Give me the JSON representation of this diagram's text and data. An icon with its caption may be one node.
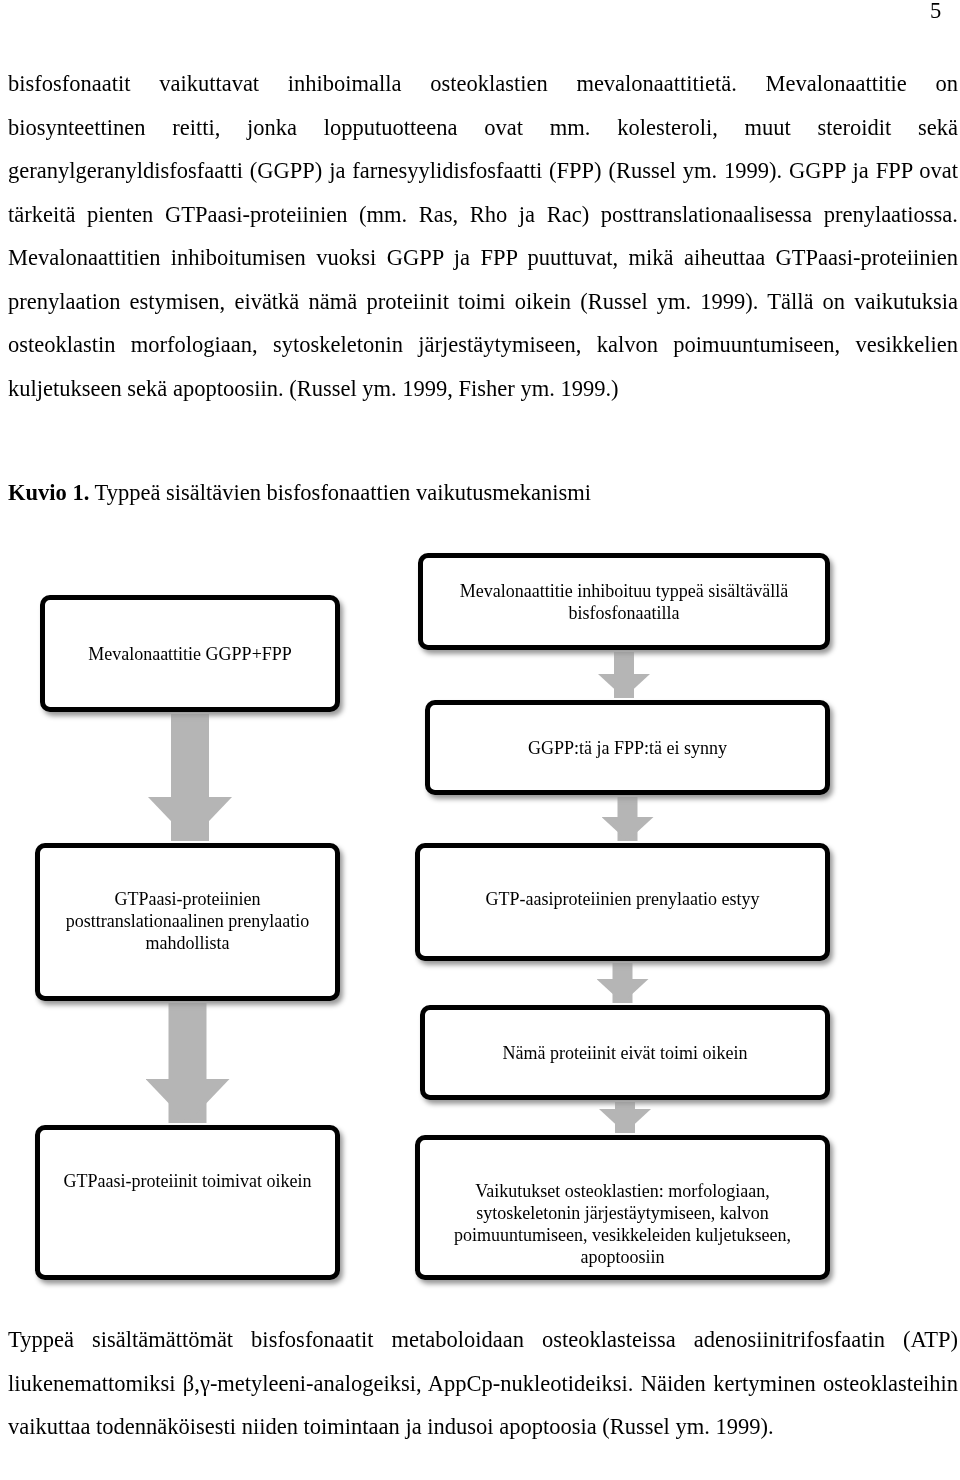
{
  "diagram": {
    "caption": "**Kuvio 1.** Typpeä sisältävien bisfosfonaattien vaikutusmekanismi",
    "nodes": [
      {
        "text": [
          "Mevalonaattitie GGPP+FPP"
        ]
      },
      {
        "text": [
          "Mevalonaattitie inhiboituu typpeä sisältävällä bisfosfonaatilla"
        ]
      },
      {
        "text": [
          "GGPP:tä ja FPP:tä ei synny"
        ]
      },
      {
        "text": [
          "GTPaasi-proteiinien posttranslationaalinen prenylaatio mahdollista"
        ]
      },
      {
        "text": [
          "GTP-aasiproteiinien prenylaatio estyy"
        ]
      },
      {
        "text": [
          "Nämä proteiinit eivät toimi oikein"
        ]
      },
      {
        "text": [
          "GTPaasi-proteiinit toimivat oikein"
        ]
      },
      {
        "text": [
          "Vaikutukset osteoklastien: morfologiaan, sytoskeletonin järjestäytymiseen, kalvon poimuuntumiseen, vesikkeleiden kuljetukseen, apoptoosiin"
        ]
      }
    ],
    "edges": [
      {
        "from": 0,
        "to": 3,
        "arrow": "to",
        "style": "thick"
      },
      {
        "from": 3,
        "to": 6,
        "arrow": "to",
        "style": "thick"
      },
      {
        "from": 1,
        "to": 2,
        "arrow": "to"
      },
      {
        "from": 2,
        "to": 4,
        "arrow": "to"
      },
      {
        "from": 4,
        "to": 5,
        "arrow": "to"
      },
      {
        "from": 5,
        "to": 7,
        "arrow": "to"
      }
    ],
    "labels": [
      "5",
      "bisfosfonaatit vaikuttavat inhiboimalla osteoklastien mevalonaattitietä. Mevalonaattitie on biosynteettinen reitti, jonka lopputuotteena ovat mm. kolesteroli, muut steroidit sekä geranylgeranyldisfosfaatti (GGPP) ja farnesyylidisfosfaatti (FPP) (Russel ym. 1999). GGPP ja FPP ovat tärkeitä pienten GTPaasi-proteiinien (mm. Ras, Rho ja Rac) posttranslationaalisessa prenylaatiossa. Mevalonaattitien inhiboitumisen vuoksi GGPP ja FPP puuttuvat, mikä aiheuttaa GTPaasi-proteiinien prenylaation estymisen, eivätkä nämä proteiinit toimi oikein (Russel ym. 1999). Tällä on vaikutuksia osteoklastin morfologiaan, sytoskeletonin järjestäytymiseen, kalvon poimuuntumiseen, vesikkelien kuljetukseen sekä apoptoosiin. (Russel ym. 1999, Fisher ym. 1999.)",
      "Typpeä sisältämättömät bisfosfonaatit metaboloidaan osteoklasteissa adenosiinitrifosfaatin (ATP) liukenemattomiksi β,γ-metyleeni-analogeiksi, AppCp-nukleotideiksi. Näiden kertyminen osteoklasteihin vaikuttaa todennäköisesti niiden toimintaan ja indusoi apoptoosia (Russel ym. 1999)."
    ]
  }
}
